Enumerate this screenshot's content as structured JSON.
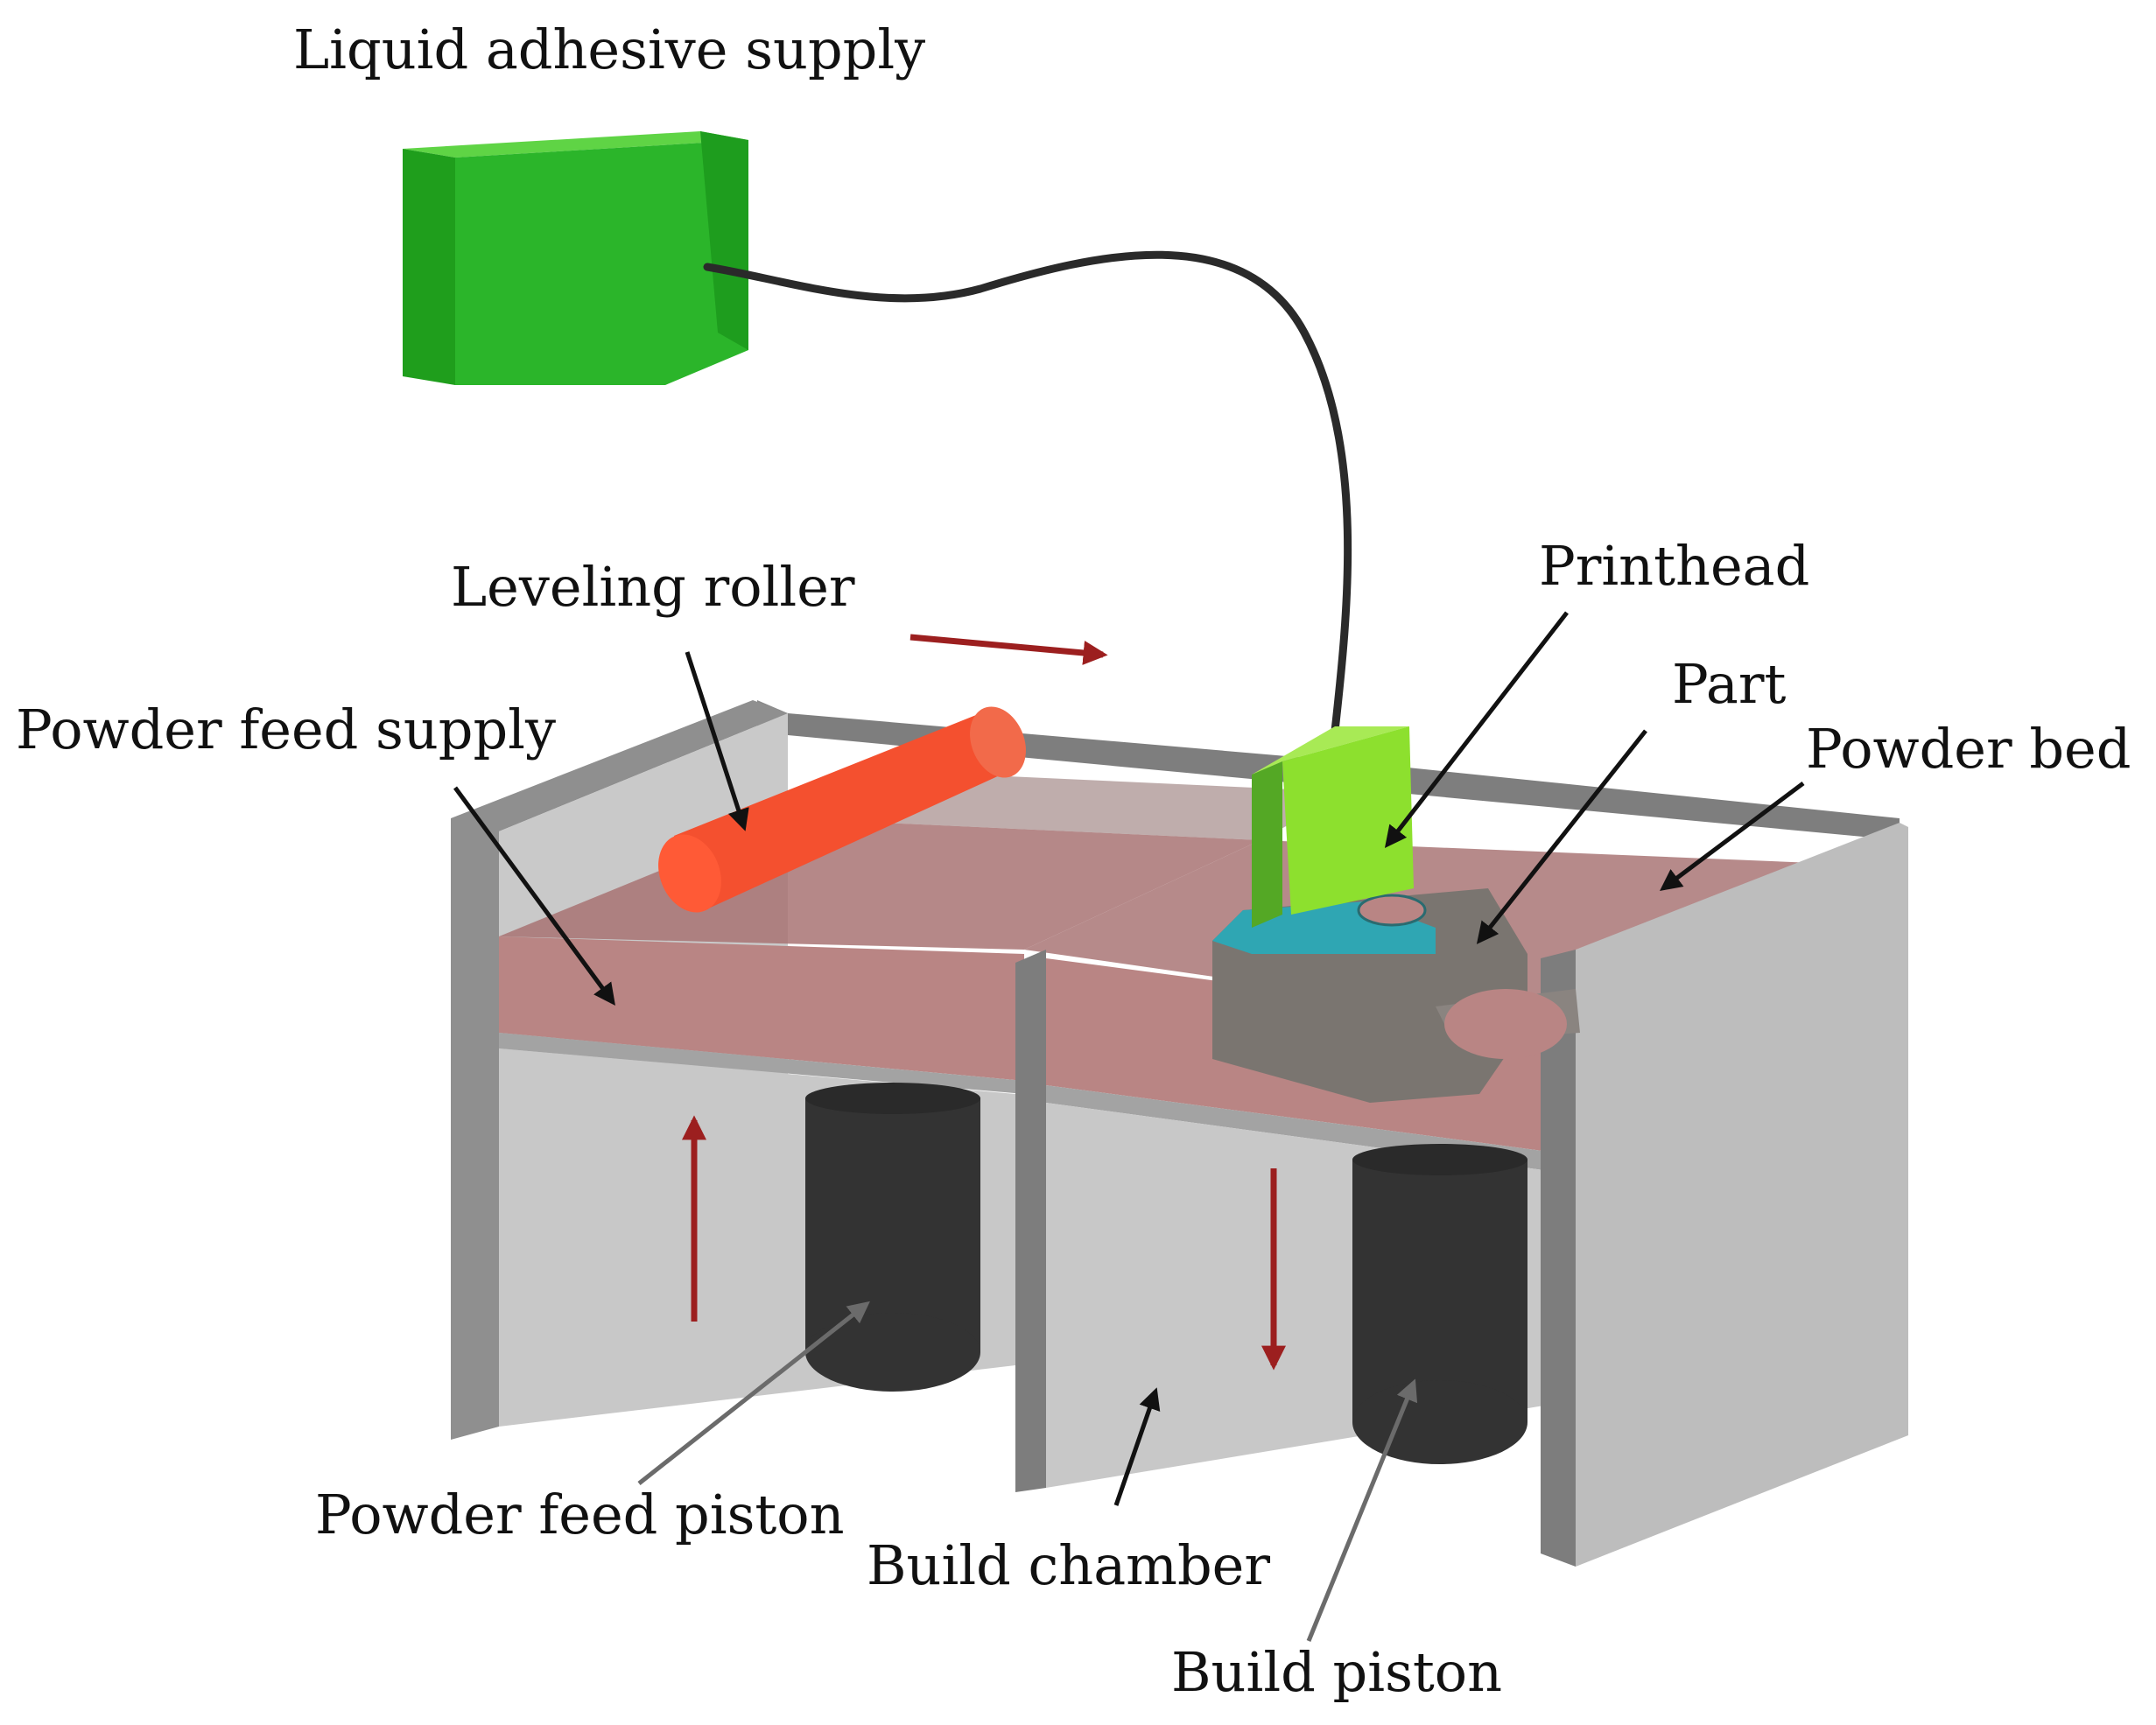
{
  "labels": {
    "liquid_adhesive_supply": "Liquid adhesive supply",
    "leveling_roller": "Leveling roller",
    "printhead": "Printhead",
    "part": "Part",
    "powder_feed_supply": "Powder feed supply",
    "powder_bed": "Powder bed",
    "powder_feed_piston": "Powder feed piston",
    "build_chamber": "Build chamber",
    "build_piston": "Build piston"
  },
  "colors": {
    "adhesive_supply": "#35c12c",
    "printhead": "#8de02e",
    "roller": "#f4502f",
    "powder": "#b88382",
    "walls": "#bdbdbd",
    "piston": "#333333",
    "part": "#7a7570",
    "part_top": "#2fa6b3",
    "motion_arrow": "#9c1f1f"
  }
}
